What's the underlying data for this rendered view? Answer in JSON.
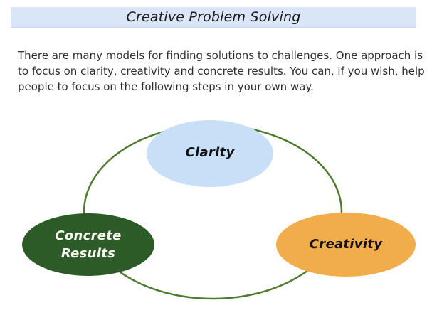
{
  "title_bar": {
    "title": "Creative Problem Solving",
    "background": "#dae5f8"
  },
  "intro_lines": {
    "0": "There are many models for finding solutions to challenges. One approach is",
    "1": "to focus on clarity, creativity and concrete results. You can, if you wish, help",
    "2": "people to focus on the following steps in your own way."
  },
  "diagram": {
    "ring": {
      "color": "#4e7a2e"
    },
    "nodes": {
      "clarity": {
        "label": "Clarity",
        "fill": "#c9def7",
        "text_color": "#111111"
      },
      "concrete_results": {
        "label": "Concrete Results",
        "fill": "#2d5b27",
        "text_color": "#f6f6ee"
      },
      "creativity": {
        "label": "Creativity",
        "fill": "#f1ad4b",
        "text_color": "#111111"
      }
    }
  }
}
